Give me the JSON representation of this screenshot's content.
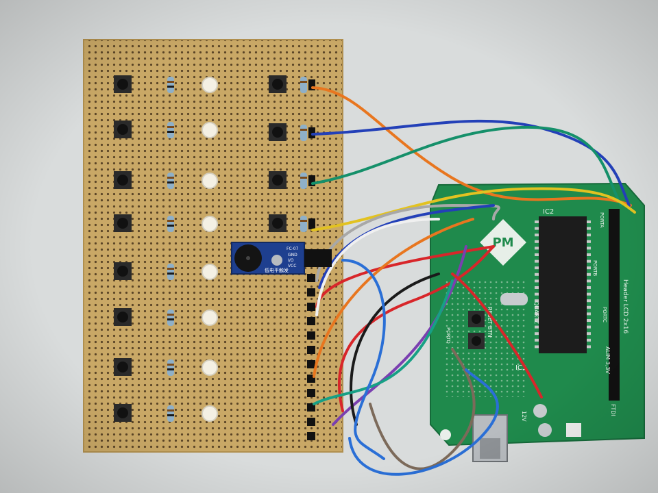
{
  "photo": {
    "colors": {
      "table": "#d9dcdc",
      "perfboard": "#c9a866",
      "arduino_board": "#1f8a4c",
      "chip": "#1c1c1c",
      "buzzer_module": "#1e3f8f"
    },
    "buzzer_module": {
      "pins": [
        "FC-07",
        "GND",
        "I/O",
        "VCC"
      ],
      "caption": "低电平触发"
    },
    "arduino_board": {
      "logo": "PM",
      "labels": [
        "IC2",
        "IC3",
        "QUARTZ",
        "RESET BTN",
        "PORTA",
        "PORTB",
        "PORTC",
        "PORTD",
        "ALIM 3,3V",
        "FTDI",
        "12V"
      ],
      "header_label": "Header LCD 2x16"
    },
    "wire_colors": [
      "#e8761f",
      "#2340b8",
      "#15906a",
      "#e2c221",
      "#a8a8a8",
      "#d8262a",
      "#7a3fb0",
      "#1a1a1a",
      "#7c6a5a",
      "#f0f0f0",
      "#2a6fd6",
      "#17a085"
    ]
  }
}
